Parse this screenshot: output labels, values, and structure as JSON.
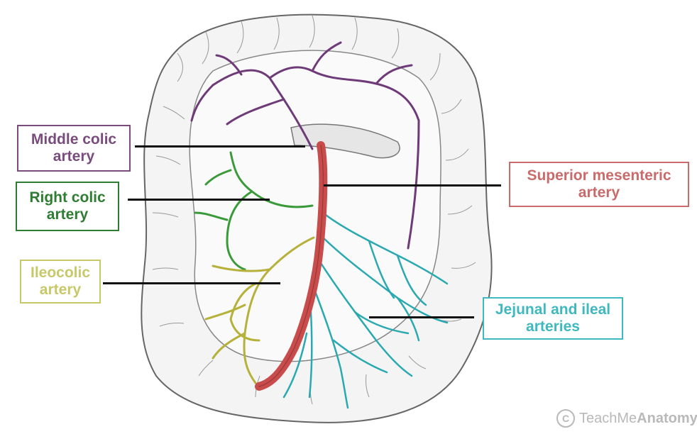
{
  "labels": {
    "middle_colic": {
      "line1": "Middle colic",
      "line2": "artery",
      "color": "#7a4c7e"
    },
    "right_colic": {
      "line1": "Right colic",
      "line2": "artery",
      "color": "#2e7d32"
    },
    "ileocolic": {
      "line1": "Ileocolic",
      "line2": "artery",
      "color": "#c8c86a"
    },
    "superior_mesenteric": {
      "line1": "Superior mesenteric",
      "line2": "artery",
      "color": "#c96b6b"
    },
    "jejunal_ileal": {
      "line1": "Jejunal and ileal",
      "line2": "arteries",
      "color": "#3fb8c0"
    }
  },
  "vessel_colors": {
    "middle_colic": "#6e3a78",
    "right_colic": "#3a9a3a",
    "ileocolic": "#b5b13a",
    "superior_mesenteric": "#c94c4c",
    "jejunal_ileal": "#2aa9b0",
    "intestine_outline": "#555555"
  },
  "watermark": {
    "prefix": "TeachMe",
    "brand": "Anatomy",
    "icon": "copyright-icon"
  }
}
